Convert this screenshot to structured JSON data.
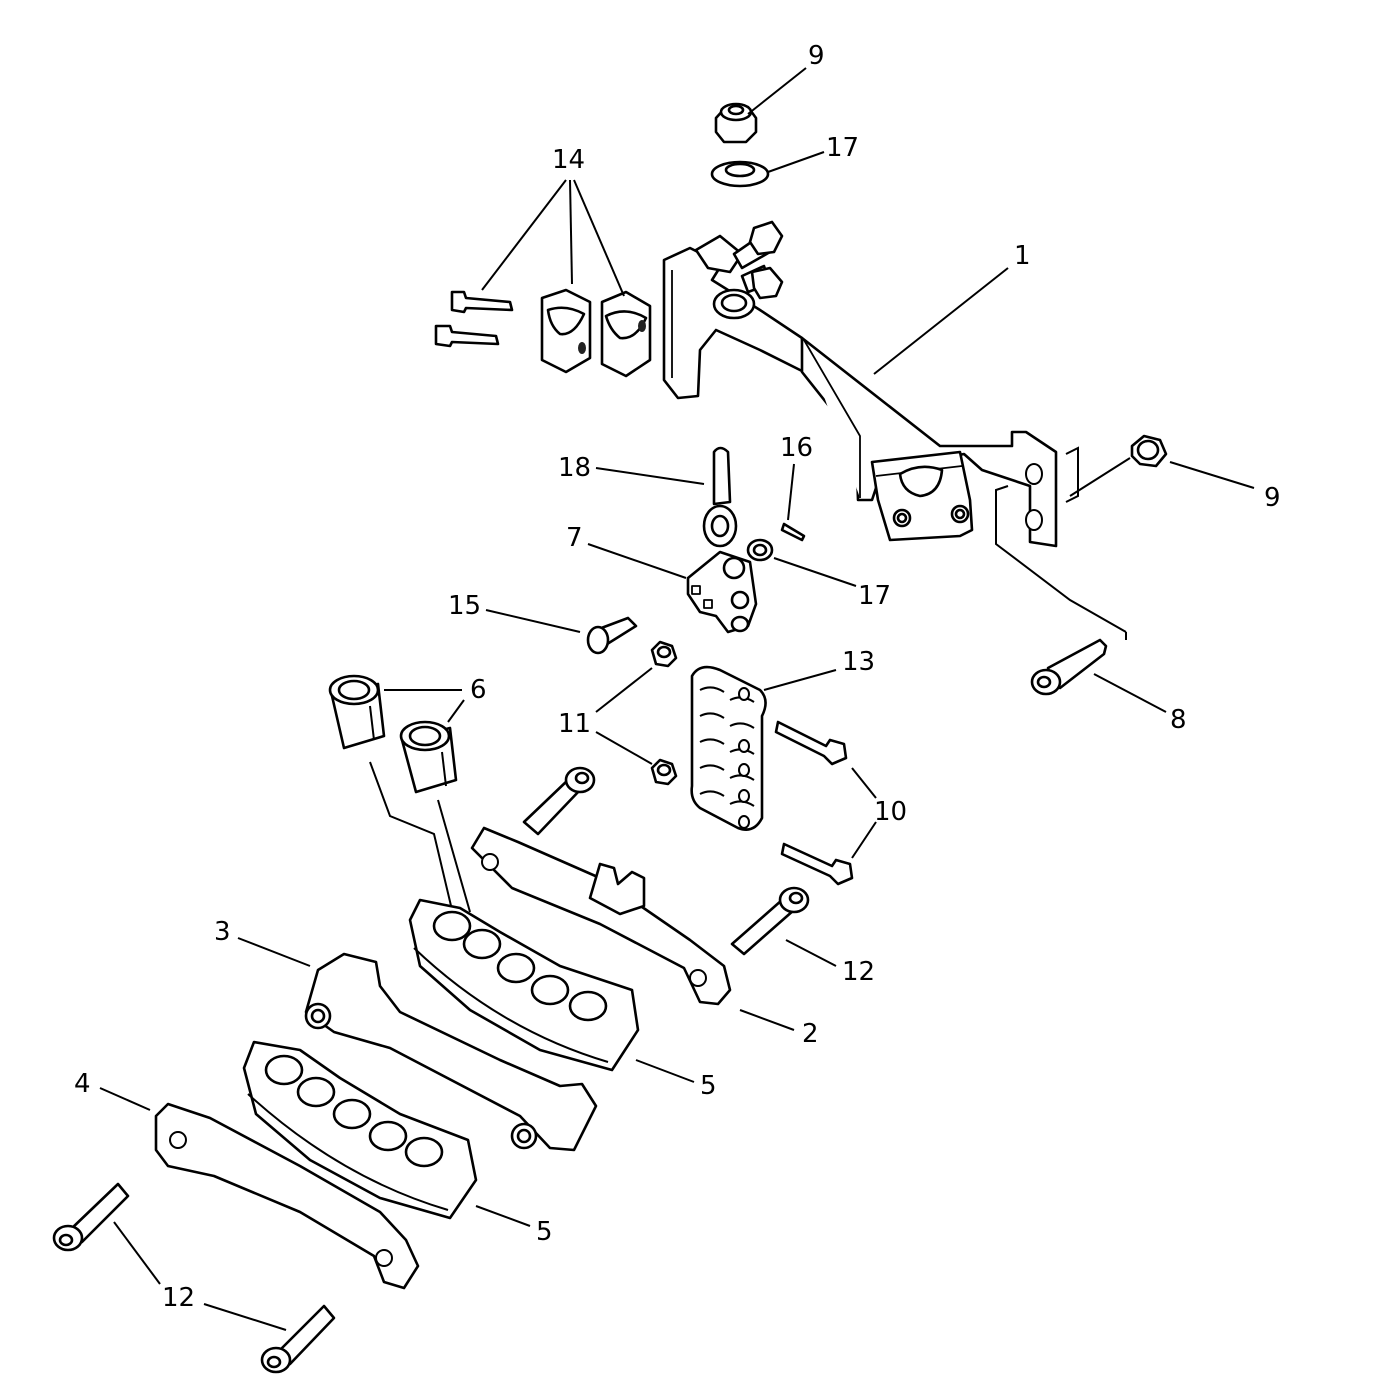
{
  "callouts": [
    {
      "id": "c1",
      "text": "1"
    },
    {
      "id": "c2",
      "text": "2"
    },
    {
      "id": "c3",
      "text": "3"
    },
    {
      "id": "c4",
      "text": "4"
    },
    {
      "id": "c5a",
      "text": "5"
    },
    {
      "id": "c5b",
      "text": "5"
    },
    {
      "id": "c6",
      "text": "6"
    },
    {
      "id": "c7",
      "text": "7"
    },
    {
      "id": "c8",
      "text": "8"
    },
    {
      "id": "c9a",
      "text": "9"
    },
    {
      "id": "c9b",
      "text": "9"
    },
    {
      "id": "c10",
      "text": "10"
    },
    {
      "id": "c11",
      "text": "11"
    },
    {
      "id": "c12a",
      "text": "12"
    },
    {
      "id": "c12b",
      "text": "12"
    },
    {
      "id": "c13",
      "text": "13"
    },
    {
      "id": "c14",
      "text": "14"
    },
    {
      "id": "c15",
      "text": "15"
    },
    {
      "id": "c16",
      "text": "16"
    },
    {
      "id": "c17a",
      "text": "17"
    },
    {
      "id": "c17b",
      "text": "17"
    },
    {
      "id": "c18",
      "text": "18"
    }
  ]
}
